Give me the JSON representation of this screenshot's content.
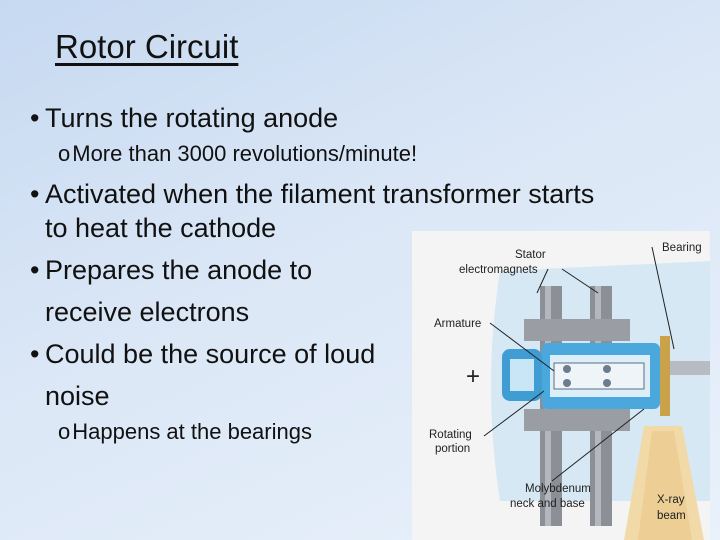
{
  "slide": {
    "title": "Rotor Circuit",
    "bullets": [
      {
        "text": "Turns the rotating anode"
      },
      {
        "text": "More than 3000 revolutions/minute!"
      },
      {
        "text": "Activated when the filament transformer starts"
      },
      {
        "text": "to heat the cathode"
      },
      {
        "text": "Prepares the anode to"
      },
      {
        "text": "receive electrons"
      },
      {
        "text": "Could be the source of loud"
      },
      {
        "text": "noise"
      },
      {
        "text": "Happens at the bearings"
      }
    ],
    "bullet_glyph": "•",
    "sub_bullet_glyph": "o"
  },
  "diagram": {
    "labels": {
      "stator": "Stator",
      "electromagnets": "electromagnets",
      "bearing": "Bearing",
      "armature": "Armature",
      "plus": "+",
      "rotating": "Rotating",
      "portion": "portion",
      "molybdenum": "Molybdenum",
      "neck_base": "neck and base",
      "xray": "X-ray",
      "beam": "beam"
    }
  }
}
